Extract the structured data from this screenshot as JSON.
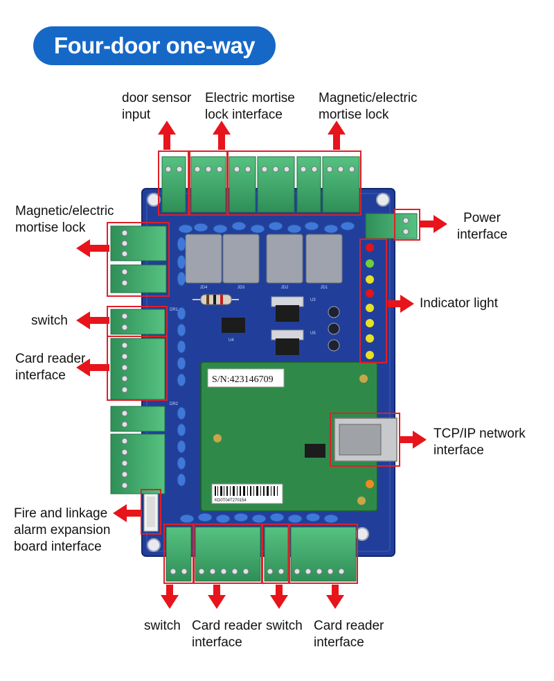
{
  "title": "Four-door one-way",
  "labels": {
    "door_sensor": [
      "door sensor",
      "input"
    ],
    "electric_mortise_top": [
      "Electric mortise",
      "lock interface"
    ],
    "magnetic_top": [
      "Magnetic/electric",
      "mortise lock"
    ],
    "magnetic_left": [
      "Magnetic/electric",
      "mortise lock"
    ],
    "power": [
      "Power",
      "interface"
    ],
    "indicator": [
      "Indicator light"
    ],
    "switch_left": [
      "switch"
    ],
    "card_reader_left": [
      "Card reader",
      "interface"
    ],
    "tcp_ip": [
      "TCP/IP network",
      "interface"
    ],
    "fire_alarm": [
      "Fire and linkage",
      "alarm expansion",
      "board interface"
    ],
    "switch_bottom_1": [
      "switch"
    ],
    "card_reader_bottom_1": [
      "Card reader",
      "interface"
    ],
    "switch_bottom_2": [
      "switch"
    ],
    "card_reader_bottom_2": [
      "Card reader",
      "interface"
    ]
  },
  "board": {
    "serial_number": "S/N:423146709",
    "barcode_text": "KD0T04T270154",
    "chip_labels": [
      "U3",
      "U5",
      "U4"
    ],
    "relay_labels": [
      "JD4",
      "JD3",
      "JD2",
      "JD1"
    ],
    "reader_labels": [
      "DR1",
      "DR2"
    ]
  },
  "colors": {
    "title_bg": "#1668c7",
    "board_blue": "#213f9a",
    "terminal_green": "#3da86a",
    "highlight_red": "#e01f26",
    "arrow_red": "#e8141b"
  }
}
